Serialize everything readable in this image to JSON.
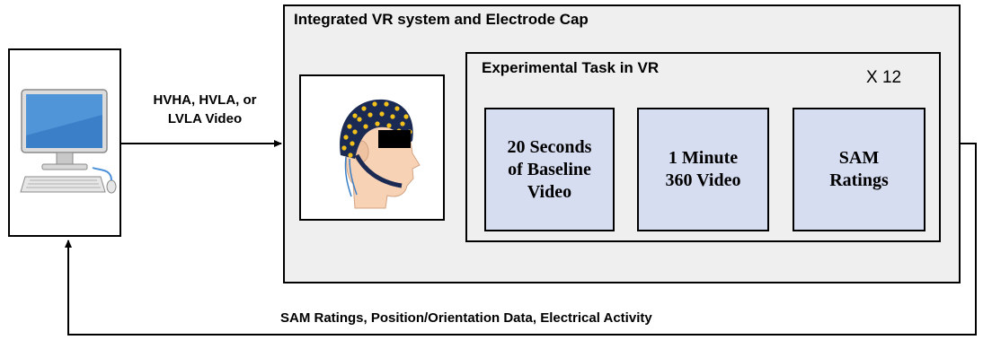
{
  "labels": {
    "video_input": "HVHA, HVLA, or\nLVLA Video",
    "feedback": "SAM Ratings, Position/Orientation Data, Electrical Activity"
  },
  "system": {
    "title": "Integrated VR system and Electrode Cap"
  },
  "task": {
    "title": "Experimental Task in VR",
    "repeat": "X 12",
    "steps": [
      "20 Seconds\nof Baseline\nVideo",
      "1 Minute\n360 Video",
      "SAM\nRatings"
    ]
  },
  "icons": {
    "computer": "desktop-computer-icon",
    "head": "head-with-electrode-cap-icon"
  },
  "colors": {
    "step_fill": "#d7ddf1",
    "panel_fill": "#efefef",
    "electrode_dot": "#f2c01a"
  }
}
